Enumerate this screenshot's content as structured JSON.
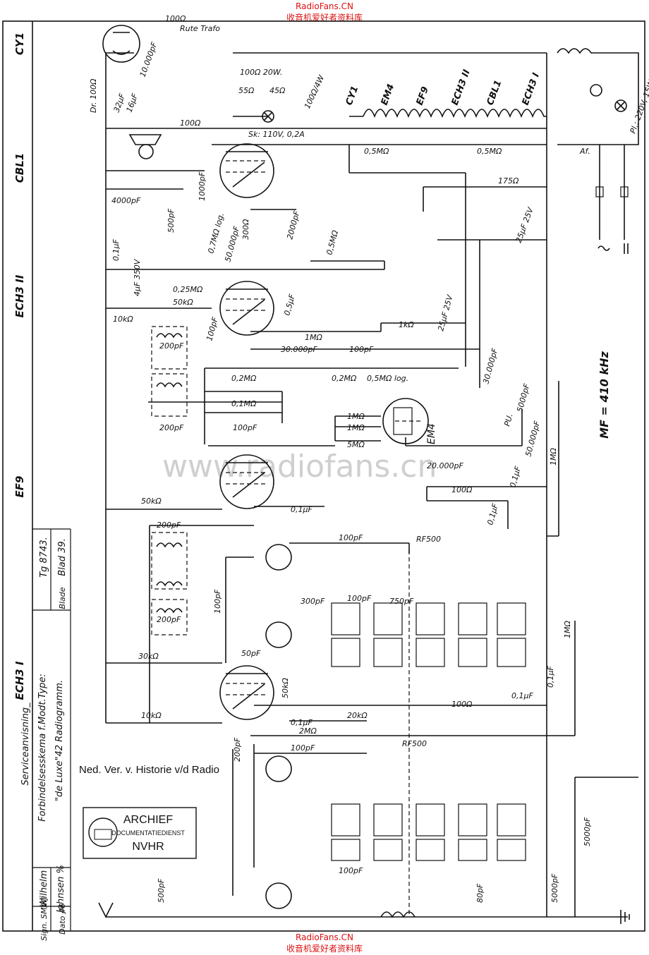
{
  "header": {
    "site": "RadioFans.CN",
    "subtitle": "收音机爱好者资料库"
  },
  "footer": {
    "site": "RadioFans.CN",
    "subtitle": "收音机爱好者资料库"
  },
  "watermark": "www.radiofans.cn",
  "title_block": {
    "line1": "Serviceanvisning_",
    "line2": "Forbindelsesskema f.Modt.Type:",
    "line3": "\"de Luxe\"42 Radiogramm.",
    "maker1": "Wilhelm",
    "maker2": "Johnsen %",
    "sign": "Sign. SM/KJ",
    "date": "Dato 46",
    "tg": "Tg 8743.",
    "blad": "Blad 39.",
    "blade": "Blade"
  },
  "stamp": {
    "line1": "Ned. Ver. v. Historie v/d Radio",
    "line2": "ARCHIEF",
    "line3": "DOCUMENTATIEDIENST",
    "line4": "NVHR"
  },
  "tubes": {
    "cy1": "CY1",
    "cbl1": "CBL1",
    "ech3_2": "ECH3 II",
    "ef9": "EF9",
    "ech3_1": "ECH3 I",
    "em4": "EM4"
  },
  "heater_chain": [
    "CY1",
    "EM4",
    "EF9",
    "ECH3 II",
    "CBL1",
    "ECH3 I"
  ],
  "mf": "MF = 410 kHz",
  "labels": {
    "r100_top": "100Ω",
    "volt": "Rute Trafo",
    "r100_20w": "100Ω 20W.",
    "r55": "55Ω",
    "r45": "45Ω",
    "r100_4w": "100Ω/4W",
    "sk": "Sk: 110V, 0,2A",
    "dr": "Dr. 100Ω",
    "c32": "32μF",
    "c16": "16μF",
    "c10000": "10.000pF",
    "r100b": "100Ω",
    "c4000": "4000pF",
    "c500": "500pF",
    "c1000": "1000pF",
    "r05a": "0,5MΩ",
    "r05b": "0,5MΩ",
    "r175": "175Ω",
    "c25": "25μF 25V",
    "c01a": "0,1μF",
    "c4uf": "4μF 350V",
    "r07": "0,7MΩ log.",
    "c50000": "50.000pF",
    "r300": "300Ω",
    "c2000": "2000pF",
    "r05c": "0,5MΩ",
    "r025": "0,25MΩ",
    "r50k": "50kΩ",
    "r10k": "10kΩ",
    "c05": "0,5μF",
    "c25b": "25μF 25V",
    "r1ma": "1MΩ",
    "r1kb": "1kΩ",
    "c200a": "200pF",
    "c100a": "100pF",
    "c30000": "30.000pF",
    "c100b": "100pF",
    "r02": "0,2MΩ",
    "r02b": "0,2MΩ",
    "r05log": "0,5MΩ log.",
    "c30000b": "30.000pF",
    "r01": "0,1MΩ",
    "c100c": "100pF",
    "c200b": "200pF",
    "r1mb": "1MΩ",
    "r1mc": "1MΩ",
    "r5m": "5MΩ",
    "pu": "PU.",
    "c5000": "5000pF",
    "c50000b": "50.000pF",
    "c20000": "20.000pF",
    "r1md": "1MΩ",
    "r50kb": "50kΩ",
    "c01b": "0,1μF",
    "r100c": "100Ω",
    "c01c": "0,1μF",
    "c01d": "0,1μF",
    "c200c": "200pF",
    "c100d": "100pF",
    "rf500a": "RF500",
    "c300": "300pF",
    "c100e": "100pF",
    "c750": "750pF",
    "c200d": "200pF",
    "c100f": "100pF",
    "r30k": "30kΩ",
    "c50": "50pF",
    "r50kc": "50kΩ",
    "r10kb": "10kΩ",
    "c01e": "0,1μF",
    "r20k": "20kΩ",
    "r100d": "100Ω",
    "c01f": "0,1μF",
    "c01g": "0,1μF",
    "r1me": "1MΩ",
    "r2m": "2MΩ",
    "c200e": "200pF",
    "c100g": "100pF",
    "rf500b": "RF500",
    "c100h": "100pF",
    "c500b": "500pF",
    "c80": "80pF",
    "c5000b": "5000pF",
    "c5000c": "5000pF",
    "pl": "Pl.: 220V, 15W",
    "af": "Af."
  }
}
